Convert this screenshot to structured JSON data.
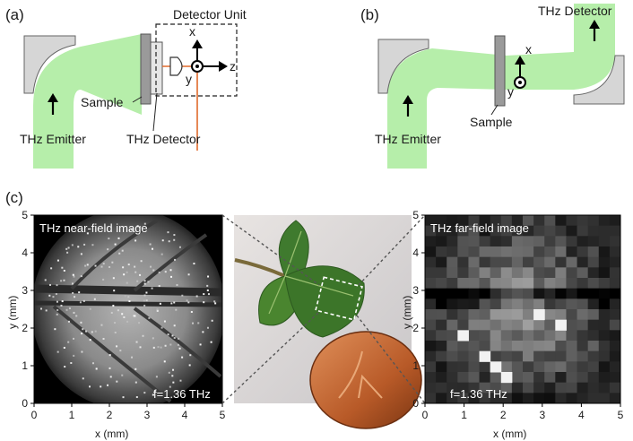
{
  "panel_a": {
    "label": "(a)",
    "detector_unit": "Detector Unit",
    "sample": "Sample",
    "thz_emitter": "THz Emitter",
    "thz_detector": "THz Detector",
    "axis_x": "x",
    "axis_y": "y",
    "axis_z": "z"
  },
  "panel_b": {
    "label": "(b)",
    "thz_detector": "THz Detector",
    "sample": "Sample",
    "thz_emitter": "THz Emitter",
    "axis_x": "x",
    "axis_y": "y"
  },
  "panel_c": {
    "label": "(c)",
    "near_field": {
      "title": "THz near-field image",
      "freq": "f=1.36 THz",
      "xlabel": "x (mm)",
      "ylabel": "y (mm)",
      "xticks": [
        "0",
        "1",
        "2",
        "3",
        "4",
        "5"
      ],
      "yticks": [
        "0",
        "1",
        "2",
        "3",
        "4",
        "5"
      ]
    },
    "far_field": {
      "title": "THz far-field image",
      "freq": "f=1.36 THz",
      "xlabel": "x (mm)",
      "ylabel": "y (mm)",
      "xticks": [
        "0",
        "1",
        "2",
        "3",
        "4",
        "5"
      ],
      "yticks": [
        "0",
        "1",
        "2",
        "3",
        "4",
        "5"
      ]
    }
  },
  "colors": {
    "beam": "#b6eeaa",
    "mirror": "#d6d6d6",
    "probe_beam": "#e06a2c",
    "leaf": "#3f7a2e",
    "coin": "#c06a38"
  }
}
